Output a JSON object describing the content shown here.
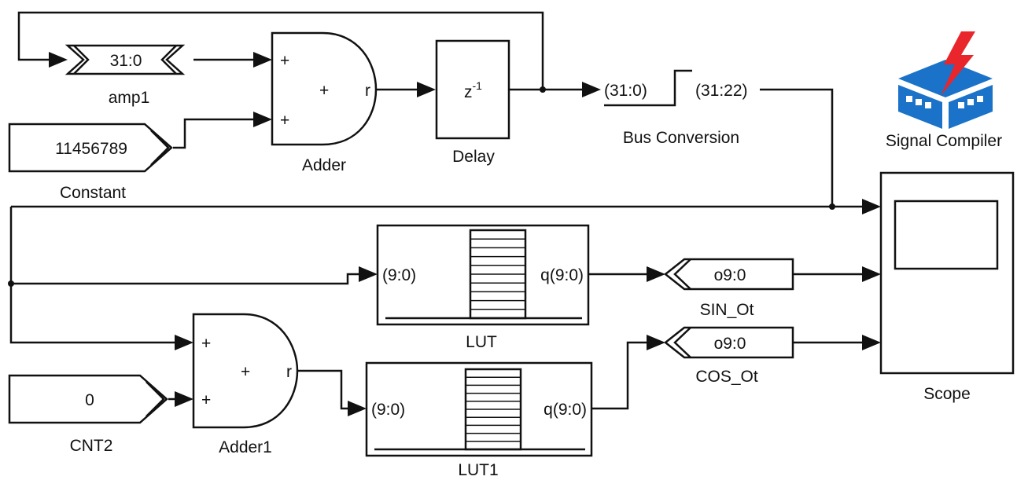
{
  "diagram": {
    "amp1": {
      "value": "31:0",
      "name": "amp1"
    },
    "constant": {
      "value": "11456789",
      "name": "Constant"
    },
    "adder": {
      "name": "Adder",
      "port_in1": "+",
      "port_in2": "+",
      "op": "+",
      "port_out": "r"
    },
    "delay": {
      "name": "Delay",
      "symbol": "z",
      "exponent": "-1"
    },
    "bus_conversion": {
      "name": "Bus Conversion",
      "in_port": "(31:0)",
      "out_port": "(31:22)"
    },
    "signal_compiler": {
      "name": "Signal Compiler",
      "logo_color": "#1a73c8",
      "bolt_color": "#e8262b"
    },
    "scope": {
      "name": "Scope"
    },
    "lut": {
      "name": "LUT",
      "in_port": "(9:0)",
      "out_port": "q(9:0)"
    },
    "lut1": {
      "name": "LUT1",
      "in_port": "(9:0)",
      "out_port": "q(9:0)"
    },
    "sin_out": {
      "value": "o9:0",
      "name": "SIN_Ot"
    },
    "cos_out": {
      "value": "o9:0",
      "name": "COS_Ot"
    },
    "adder1": {
      "name": "Adder1",
      "port_in1": "+",
      "port_in2": "+",
      "op": "+",
      "port_out": "r"
    },
    "cnt2": {
      "value": "0",
      "name": "CNT2"
    }
  }
}
